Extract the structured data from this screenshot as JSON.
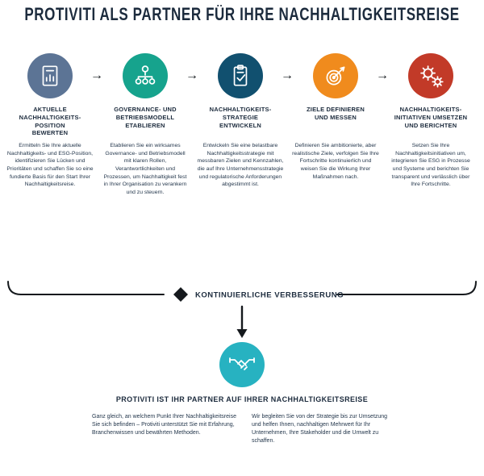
{
  "title": "PROTIVITI ALS PARTNER FÜR IHRE NACHHALTIGKEITSREISE",
  "icons": {
    "step_arrow": "→"
  },
  "steps": [
    {
      "heading": "AKTUELLE\nNACHHALTIGKEITS-\nPOSITION\nBEWERTEN",
      "body": "Ermitteln Sie Ihre aktuelle Nachhaltigkeits- und ESG-Position, identifizieren Sie Lücken und Prioritäten und schaffen Sie so eine fundierte Basis für den Start Ihrer Nachhaltigkeitsreise.",
      "color": "#5C7495"
    },
    {
      "heading": "GOVERNANCE- UND\nBETRIEBSMODELL\nETABLIEREN",
      "body": "Etablieren Sie ein wirksames Governance- und Betriebsmodell mit klaren Rollen, Verantwortlichkeiten und Prozessen, um Nachhaltigkeit fest in Ihrer Organisation zu verankern und zu steuern.",
      "color": "#16A38D"
    },
    {
      "heading": "NACHHALTIGKEITS-\nSTRATEGIE\nENTWICKELN",
      "body": "Entwickeln Sie eine belastbare Nachhaltigkeitsstrategie mit messbaren Zielen und Kennzahlen, die auf Ihre Unternehmensstrategie und regulatorische Anforderungen abgestimmt ist.",
      "color": "#11506F"
    },
    {
      "heading": "ZIELE DEFINIEREN\nUND MESSEN",
      "body": "Definieren Sie ambitionierte, aber realistische Ziele, verfolgen Sie Ihre Fortschritte kontinuierlich und weisen Sie die Wirkung Ihrer Maßnahmen nach.",
      "color": "#F08B1D"
    },
    {
      "heading": "NACHHALTIGKEITS-\nINITIATIVEN UMSETZEN\nUND BERICHTEN",
      "body": "Setzen Sie Ihre Nachhaltigkeitsinitiativen um, integrieren Sie ESG in Prozesse und Systeme und berichten Sie transparent und verlässlich über Ihre Fortschritte.",
      "color": "#C23A28"
    }
  ],
  "loop_label": "KONTINUIERLICHE VERBESSERUNG",
  "partnership": {
    "color": "#27B2C1",
    "heading": "PROTIVITI IST IHR PARTNER AUF IHRER NACHHALTIGKEITSREISE",
    "left_text": "Ganz gleich, an welchem Punkt Ihrer Nachhaltigkeitsreise Sie sich befinden – Protiviti unterstützt Sie mit Erfahrung, Branchenwissen und bewährten Methoden.",
    "right_text": "Wir begleiten Sie von der Strategie bis zur Umsetzung und helfen Ihnen, nachhaltigen Mehrwert für Ihr Unternehmen, Ihre Stakeholder und die Umwelt zu schaffen."
  }
}
